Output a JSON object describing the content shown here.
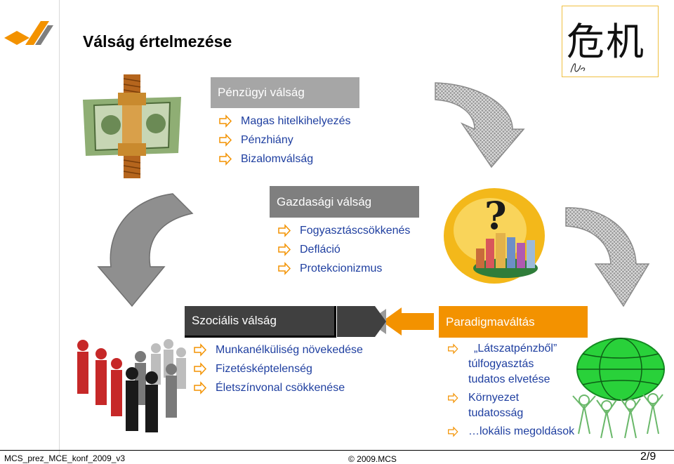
{
  "title": "Válság értelmezése",
  "corner_logo": {
    "chars": "危机",
    "signature": "js"
  },
  "financial": {
    "heading": "Pénzügyi válság",
    "items": [
      "Magas hitelkihelyezés",
      "Pénzhiány",
      "Bizalomválság"
    ]
  },
  "economic": {
    "heading": "Gazdasági válság",
    "items": [
      "Fogyasztáscsökkenés",
      "Defláció",
      "Protekcionizmus"
    ]
  },
  "social": {
    "heading": "Szociális válság",
    "items": [
      "Munkanélküliség növekedése",
      "Fizetésképtelenség",
      "Életszínvonal csökkenése"
    ]
  },
  "paradigm": {
    "heading": "Paradigmaváltás",
    "items": [
      [
        "„Látszatpénzből”",
        "túlfogyasztás",
        "tudatos elvetése"
      ],
      [
        "Környezet",
        "tudatosság"
      ],
      [
        "…lokális megoldások"
      ]
    ]
  },
  "footer": {
    "left": "MCS_prez_MCE_konf_2009_v3",
    "center": "© 2009.MCS",
    "page": "2/9"
  },
  "colors": {
    "blue_text": "#1f3fa0",
    "orange": "#f39200",
    "dark": "#404040",
    "green": "#22c422"
  },
  "icons": [
    "logo-mark-icon",
    "money-clamp-icon",
    "question-city-icon",
    "people-crowd-icon",
    "globe-people-icon",
    "curved-arrow-icon",
    "left-arrow-icon",
    "bullet-arrow-icon"
  ]
}
